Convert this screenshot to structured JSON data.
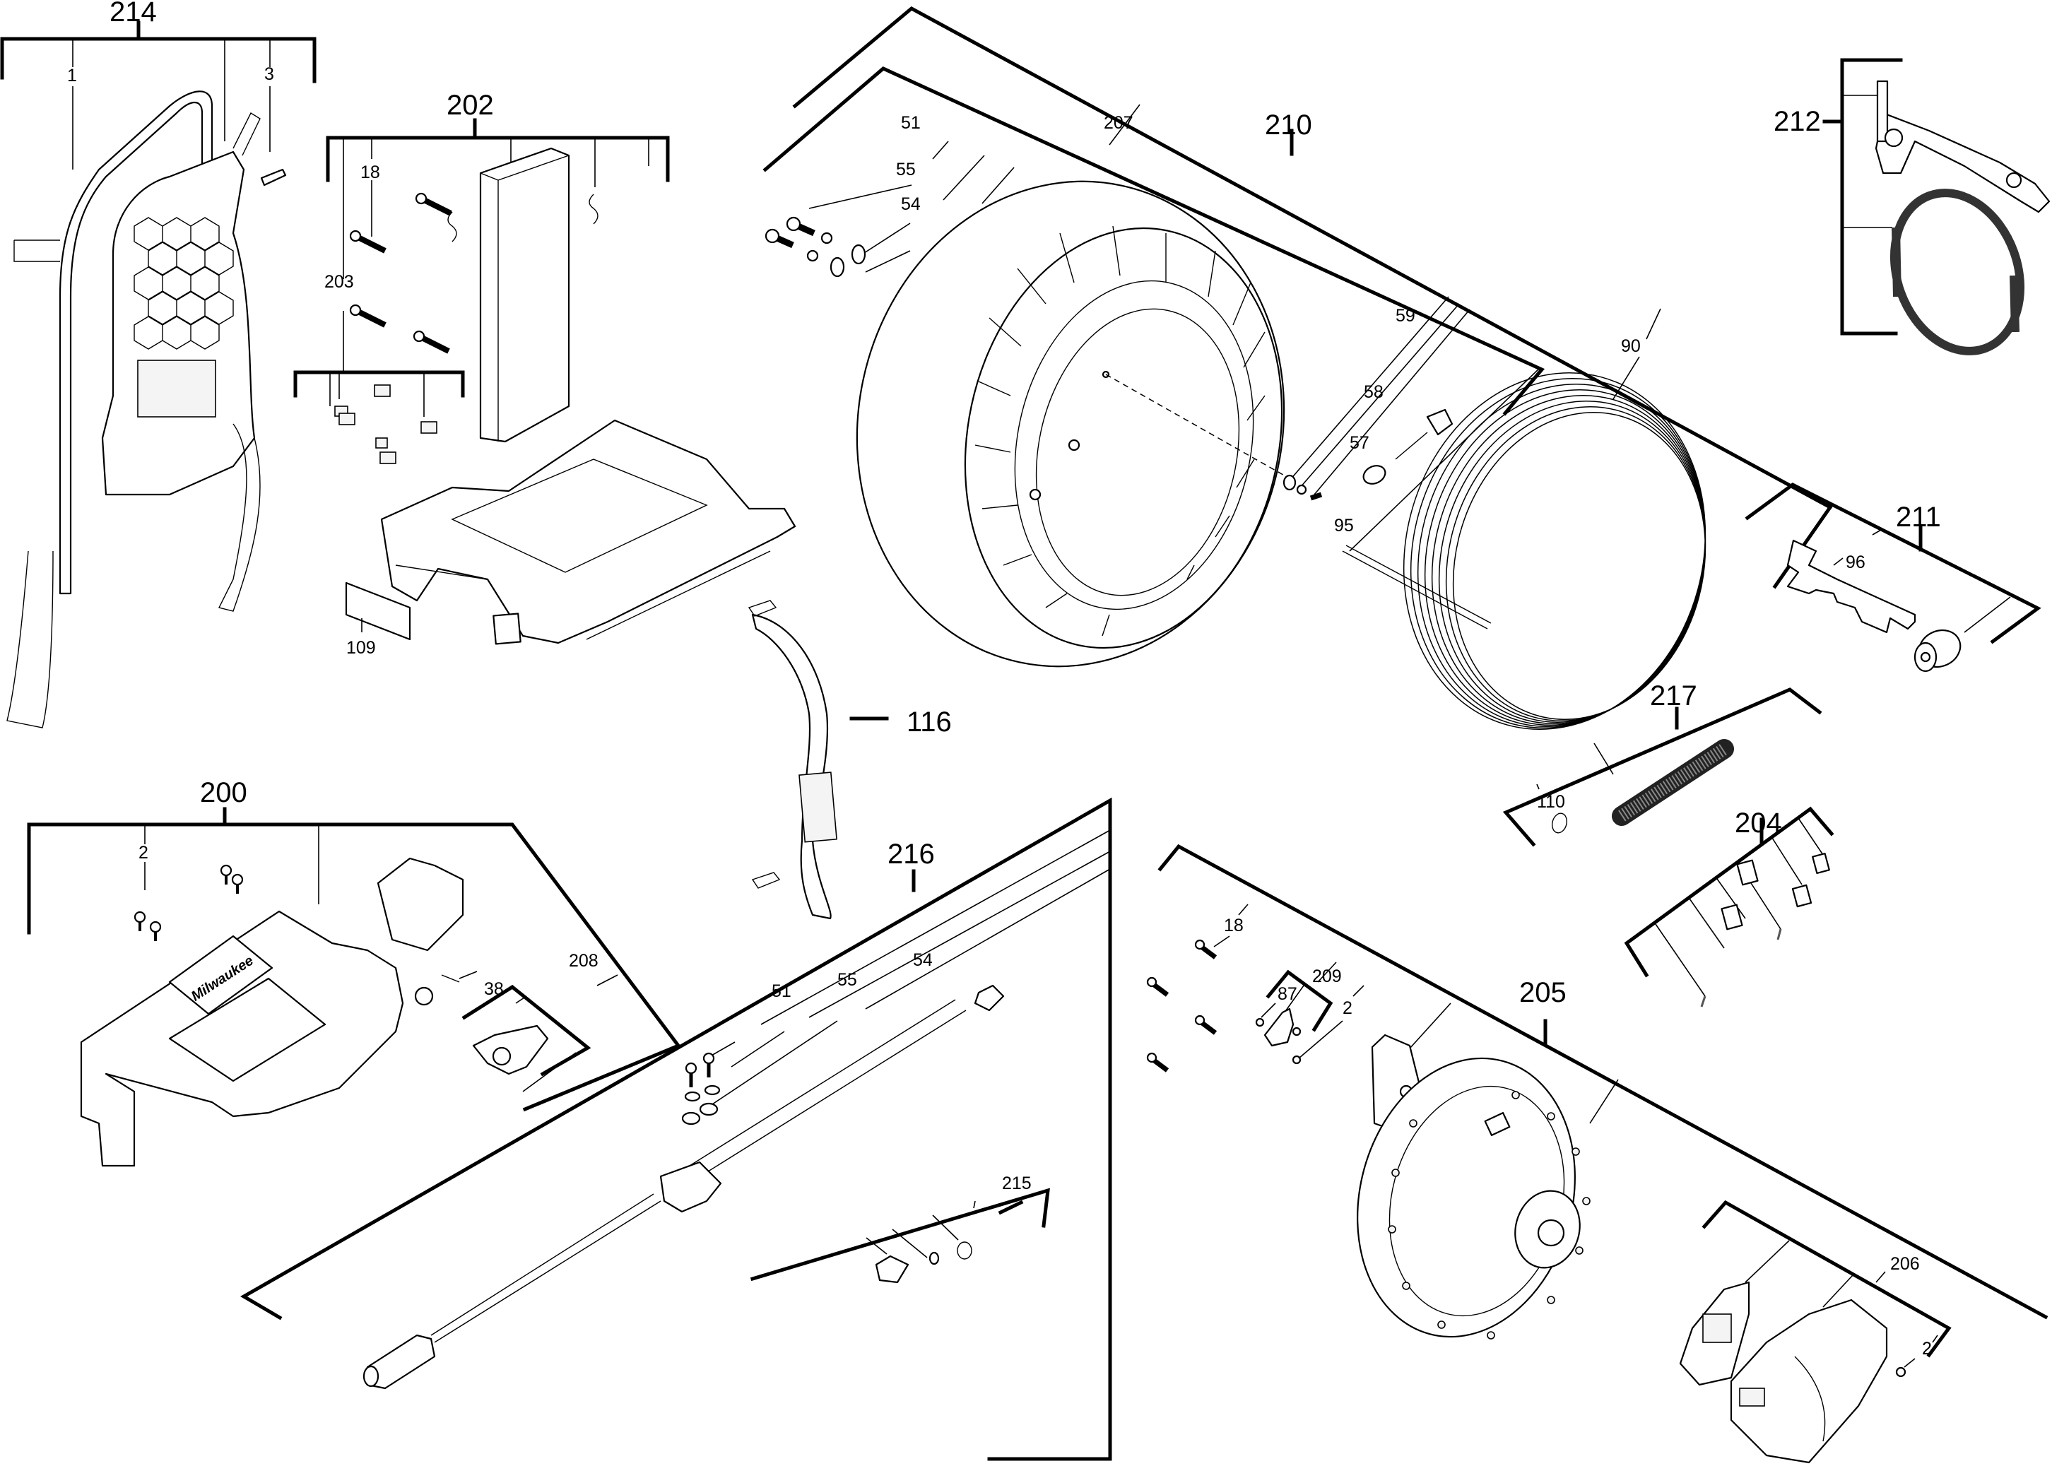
{
  "diagram": {
    "type": "exploded-parts-diagram",
    "assemblies": [
      {
        "id": "a214",
        "label": "214",
        "parts": [
          "1",
          "3"
        ]
      },
      {
        "id": "a202",
        "label": "202",
        "parts": [
          "18",
          "203"
        ]
      },
      {
        "id": "a203",
        "label": "203"
      },
      {
        "id": "a109",
        "label": "109"
      },
      {
        "id": "a210",
        "label": "210",
        "parts": [
          "51",
          "55",
          "54",
          "207",
          "59",
          "58",
          "57",
          "95",
          "90"
        ]
      },
      {
        "id": "a212",
        "label": "212"
      },
      {
        "id": "a211",
        "label": "211",
        "parts": [
          "96"
        ]
      },
      {
        "id": "a116",
        "label": "116"
      },
      {
        "id": "a217",
        "label": "217",
        "parts": [
          "110"
        ]
      },
      {
        "id": "a200",
        "label": "200",
        "parts": [
          "2",
          "208"
        ]
      },
      {
        "id": "a208",
        "label": "208",
        "parts": [
          "38"
        ]
      },
      {
        "id": "a216",
        "label": "216",
        "parts": [
          "51",
          "55",
          "54",
          "215"
        ]
      },
      {
        "id": "a215",
        "label": "215"
      },
      {
        "id": "a204",
        "label": "204"
      },
      {
        "id": "a205",
        "label": "205",
        "parts": [
          "18",
          "209",
          "2",
          "206"
        ]
      },
      {
        "id": "a209",
        "label": "209",
        "parts": [
          "87"
        ]
      },
      {
        "id": "a206",
        "label": "206",
        "parts": [
          "2"
        ]
      }
    ],
    "labels": {
      "l214": "214",
      "l1": "1",
      "l3": "3",
      "l202": "202",
      "l18a": "18",
      "l203": "203",
      "l109": "109",
      "l210": "210",
      "l207": "207",
      "l51a": "51",
      "l55a": "55",
      "l54a": "54",
      "l59": "59",
      "l58": "58",
      "l57": "57",
      "l95": "95",
      "l90": "90",
      "l212": "212",
      "l211": "211",
      "l96": "96",
      "l116": "116",
      "l217": "217",
      "l110": "110",
      "l200": "200",
      "l2a": "2",
      "l208": "208",
      "l38": "38",
      "l216": "216",
      "l51b": "51",
      "l55b": "55",
      "l54b": "54",
      "l215": "215",
      "l204": "204",
      "l205": "205",
      "l18b": "18",
      "l209": "209",
      "l87": "87",
      "l2b": "2",
      "l206": "206",
      "l2c": "2"
    },
    "brand_mark": "Milwaukee"
  }
}
